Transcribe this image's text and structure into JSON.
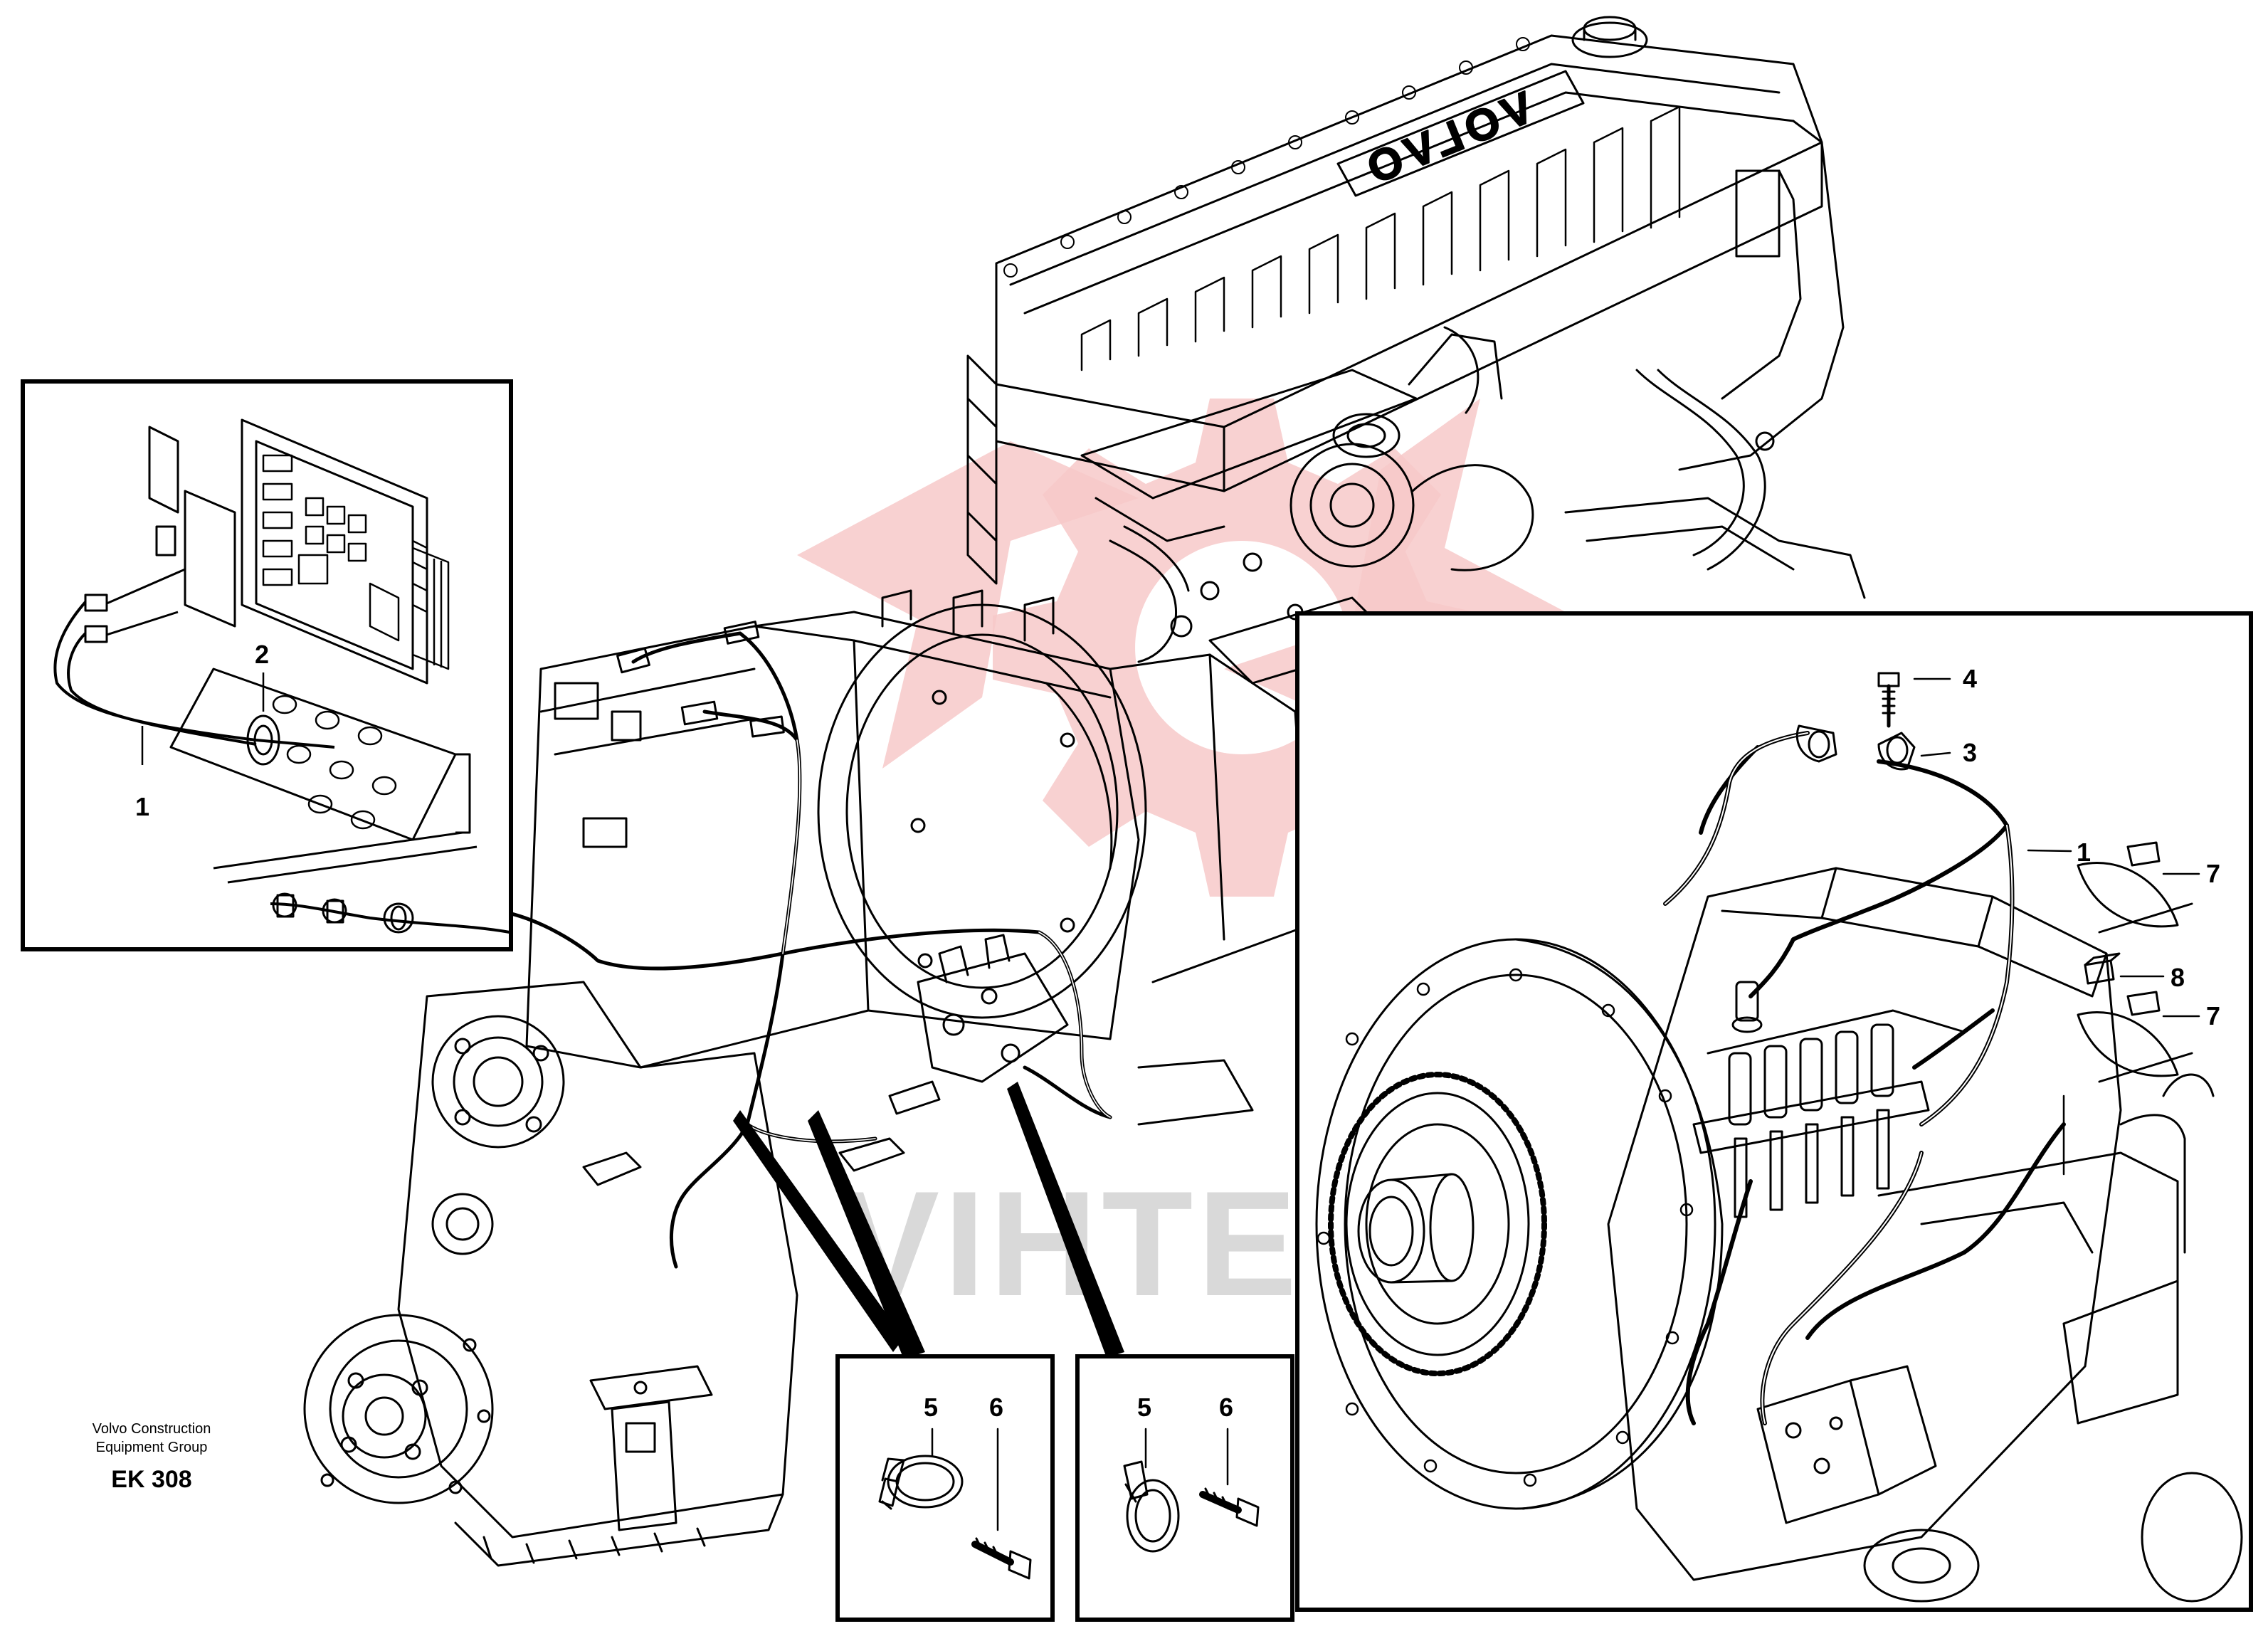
{
  "watermark": {
    "text": "VIHTEX",
    "gear_color": "#f7c9c9",
    "text_color": "#d9d9d9"
  },
  "engine": {
    "logo_text": "VOLVO"
  },
  "inset_top_left": {
    "callouts": [
      {
        "label": "1"
      },
      {
        "label": "2"
      }
    ]
  },
  "inset_right": {
    "callouts": [
      {
        "label": "4"
      },
      {
        "label": "3"
      },
      {
        "label": "1"
      },
      {
        "label": "7"
      },
      {
        "label": "8"
      },
      {
        "label": "7"
      }
    ]
  },
  "inset_bottom_a": {
    "callouts": [
      {
        "label": "5"
      },
      {
        "label": "6"
      }
    ]
  },
  "inset_bottom_b": {
    "callouts": [
      {
        "label": "5"
      },
      {
        "label": "6"
      }
    ]
  },
  "credit": {
    "line1": "Volvo Construction",
    "line2": "Equipment Group",
    "code": "EK 308"
  },
  "colors": {
    "line": "#000000",
    "frame": "#000000",
    "background": "#ffffff"
  }
}
